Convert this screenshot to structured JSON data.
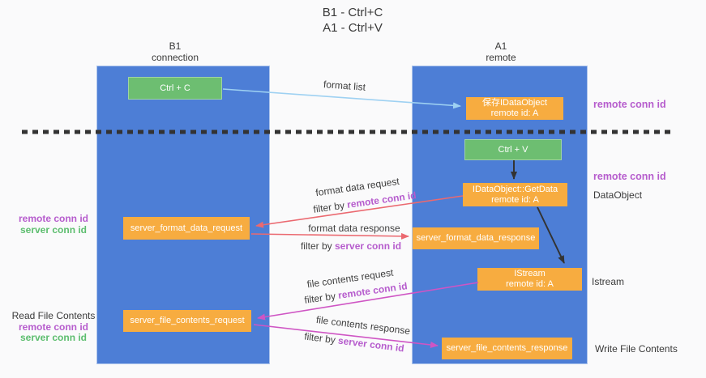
{
  "title": {
    "line1": "B1 - Ctrl+C",
    "line2": "A1 - Ctrl+V"
  },
  "lanes": {
    "left": {
      "name": "B1",
      "role": "connection"
    },
    "right": {
      "name": "A1",
      "role": "remote"
    }
  },
  "nodes": {
    "ctrl_c": "Ctrl + C",
    "ctrl_v": "Ctrl + V",
    "save_dataobject": {
      "line1": "保存IDataObject",
      "line2": "remote id: A"
    },
    "getdata": {
      "line1": "IDataObject::GetData",
      "line2": "remote id: A"
    },
    "istream": {
      "line1": "IStream",
      "line2": "remote id: A"
    },
    "format_request": "server_format_data_request",
    "format_response": "server_format_data_response",
    "file_request": "server_file_contents_request",
    "file_response": "server_file_contents_response"
  },
  "edge_labels": {
    "format_list": "format list",
    "format_data_request": "format data request",
    "format_data_response": "format data response",
    "file_contents_request": "file contents request",
    "file_contents_response": "file contents response",
    "filter_by": "filter by",
    "remote_conn_id": "remote conn id",
    "server_conn_id": "server conn id"
  },
  "side_labels": {
    "right_top_remote_conn": "remote conn id",
    "right_mid_remote_conn": "remote conn id",
    "dataobject": "DataObject",
    "istream": "Istream",
    "write_file_contents": "Write File Contents",
    "left_remote_conn_1": "remote conn id",
    "left_server_conn_1": "server conn id",
    "read_file_contents": "Read File Contents",
    "left_remote_conn_2": "remote conn id",
    "left_server_conn_2": "server conn id"
  },
  "colors": {
    "lane_blue": "#4d7ed6",
    "node_orange": "#f7ac40",
    "node_green": "#6dbe71",
    "purple_text": "#b65ccd",
    "green_text": "#5cbd6e",
    "red_arrow": "#eb6970",
    "magenta_arrow": "#cf55c4",
    "blue_arrow": "#9ed1f2",
    "black_arrow": "#333333"
  }
}
